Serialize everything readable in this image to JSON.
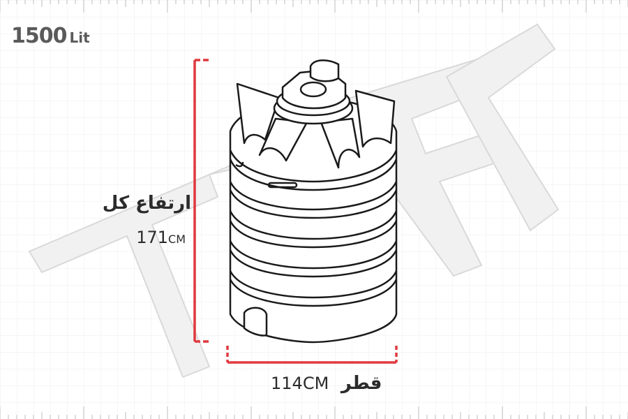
{
  "capacity": {
    "value": "1500",
    "unit": "Lit"
  },
  "height": {
    "label": "ارتفاع کل",
    "value": "171",
    "unit": "CM"
  },
  "diameter": {
    "label": "قطر",
    "value": "114",
    "unit": "CM"
  },
  "watermark": {
    "text": "TPK"
  },
  "colors": {
    "dimension": "#e0393e",
    "grid": "#e4e4e4",
    "line": "#1a1a1a",
    "watermark": "#efefef"
  },
  "icons": {
    "tank": "water-tank-drawing"
  }
}
